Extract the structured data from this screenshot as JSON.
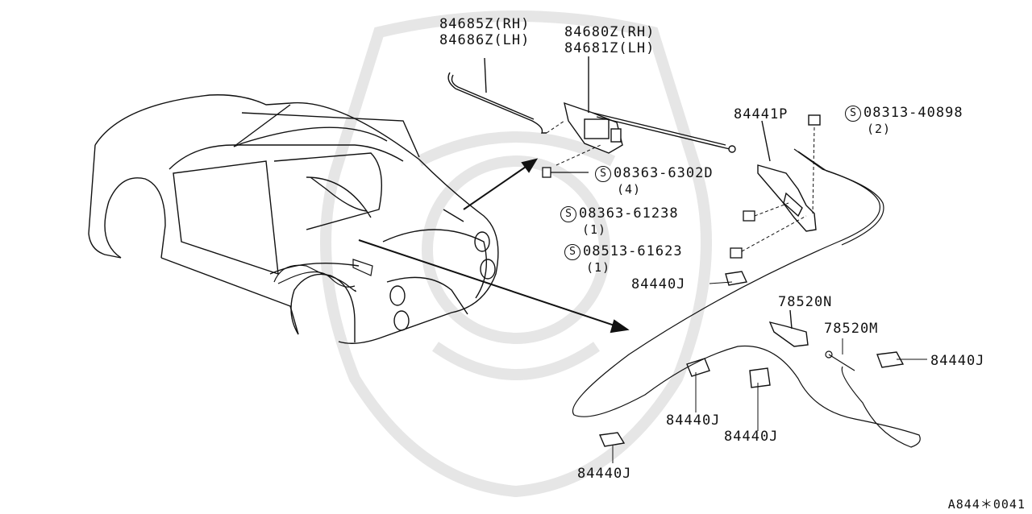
{
  "parts": {
    "rod_rh": "84685Z(RH)",
    "rod_lh": "84686Z(LH)",
    "lock_rh": "84680Z(RH)",
    "lock_lh": "84681Z(LH)",
    "striker": "84441P",
    "cushion": "84440J",
    "opener": "78520N",
    "cable": "78520M"
  },
  "fasteners": [
    {
      "code": "08313-40898",
      "qty": "(2)"
    },
    {
      "code": "08363-6302D",
      "qty": "(4)"
    },
    {
      "code": "08363-61238",
      "qty": "(1)"
    },
    {
      "code": "08513-61623",
      "qty": "(1)"
    }
  ],
  "screw_mark": "S",
  "reference": "A844＊0041",
  "colors": {
    "ink": "#111111",
    "watermark": "#e6e6e6",
    "background": "#ffffff"
  }
}
